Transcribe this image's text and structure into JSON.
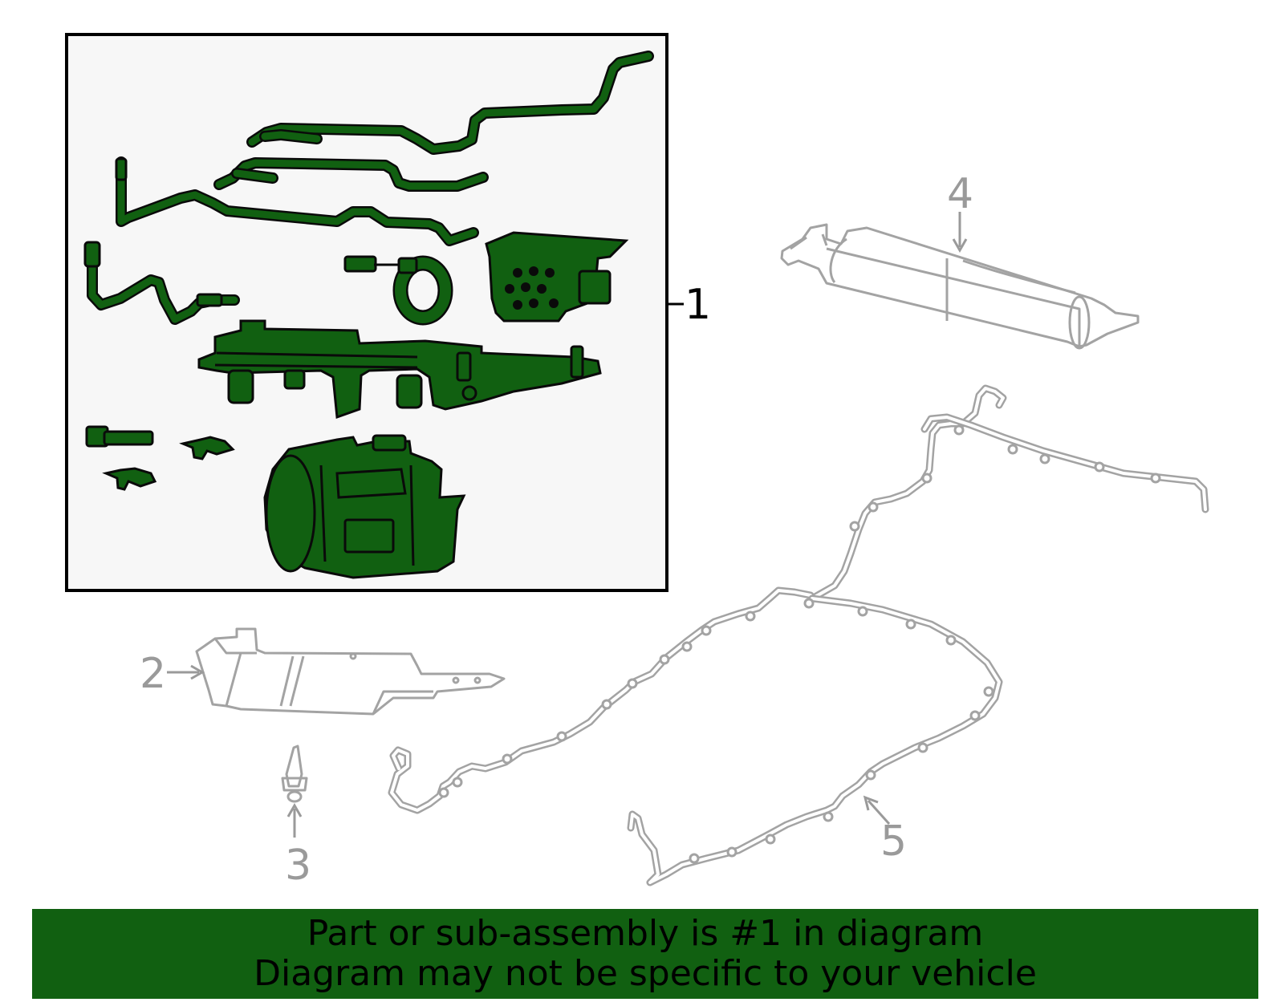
{
  "colors": {
    "highlight_fill": "#116011",
    "outline_dark": "#0a0a0a",
    "part_gray": "#a3a3a3",
    "callout_gray": "#9a9a9a",
    "inset_background": "#f7f7f7"
  },
  "callouts": {
    "part1": "1",
    "part2": "2",
    "part3": "3",
    "part4": "4",
    "part5": "5"
  },
  "banner": {
    "line1": "Part or sub-assembly is #1 in diagram",
    "line2": "Diagram may not be specific to your vehicle"
  }
}
